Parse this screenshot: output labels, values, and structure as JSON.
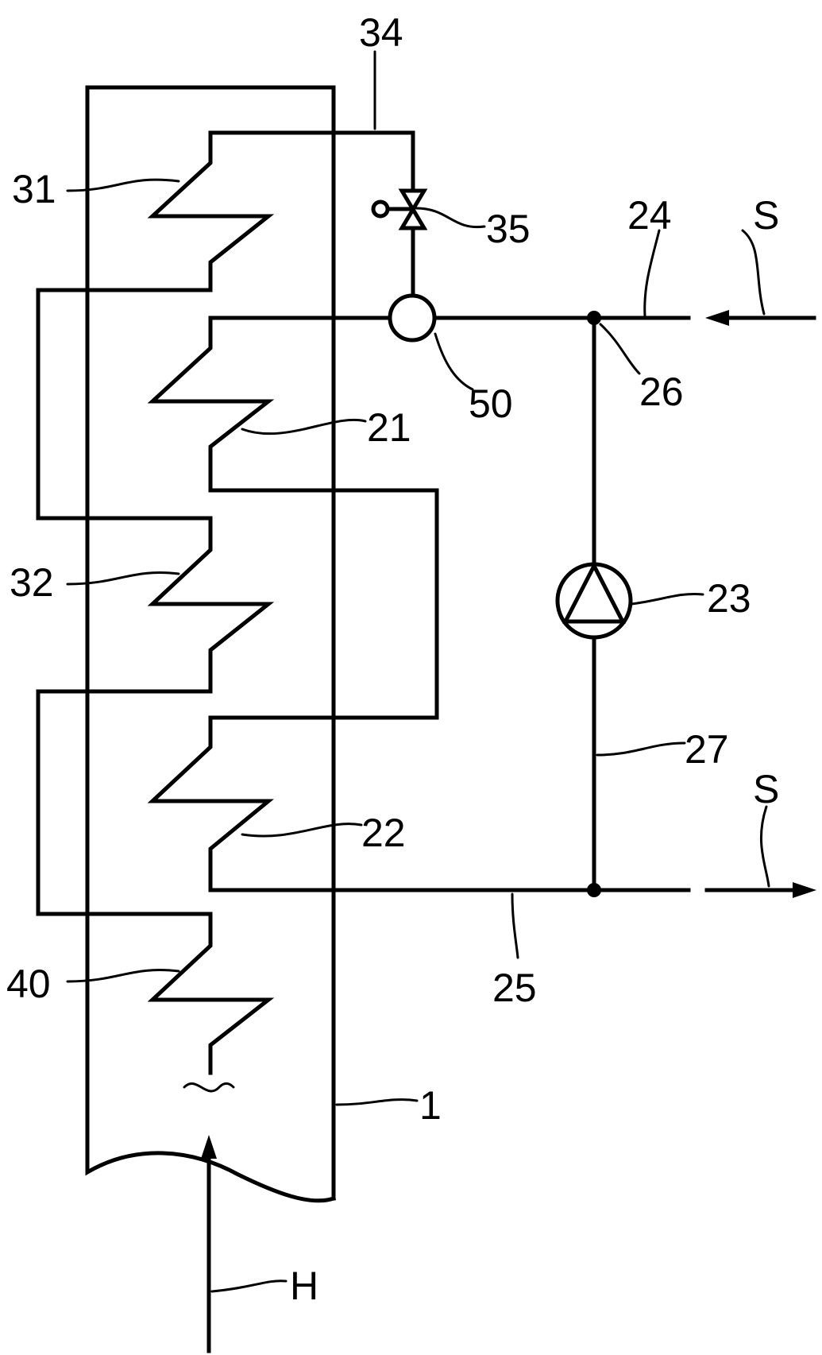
{
  "labels": {
    "shell": "1",
    "eco_upper": "21",
    "eco_lower": "22",
    "pump": "23",
    "feed_line": "24",
    "outlet_line": "25",
    "junction_top": "26",
    "bypass_line": "27",
    "coil_top": "31",
    "coil_middle": "32",
    "branch_line": "34",
    "valve": "35",
    "coil_bottom": "40",
    "mixer": "50",
    "stream_in": "S",
    "stream_out": "S",
    "hot_gas": "H"
  }
}
